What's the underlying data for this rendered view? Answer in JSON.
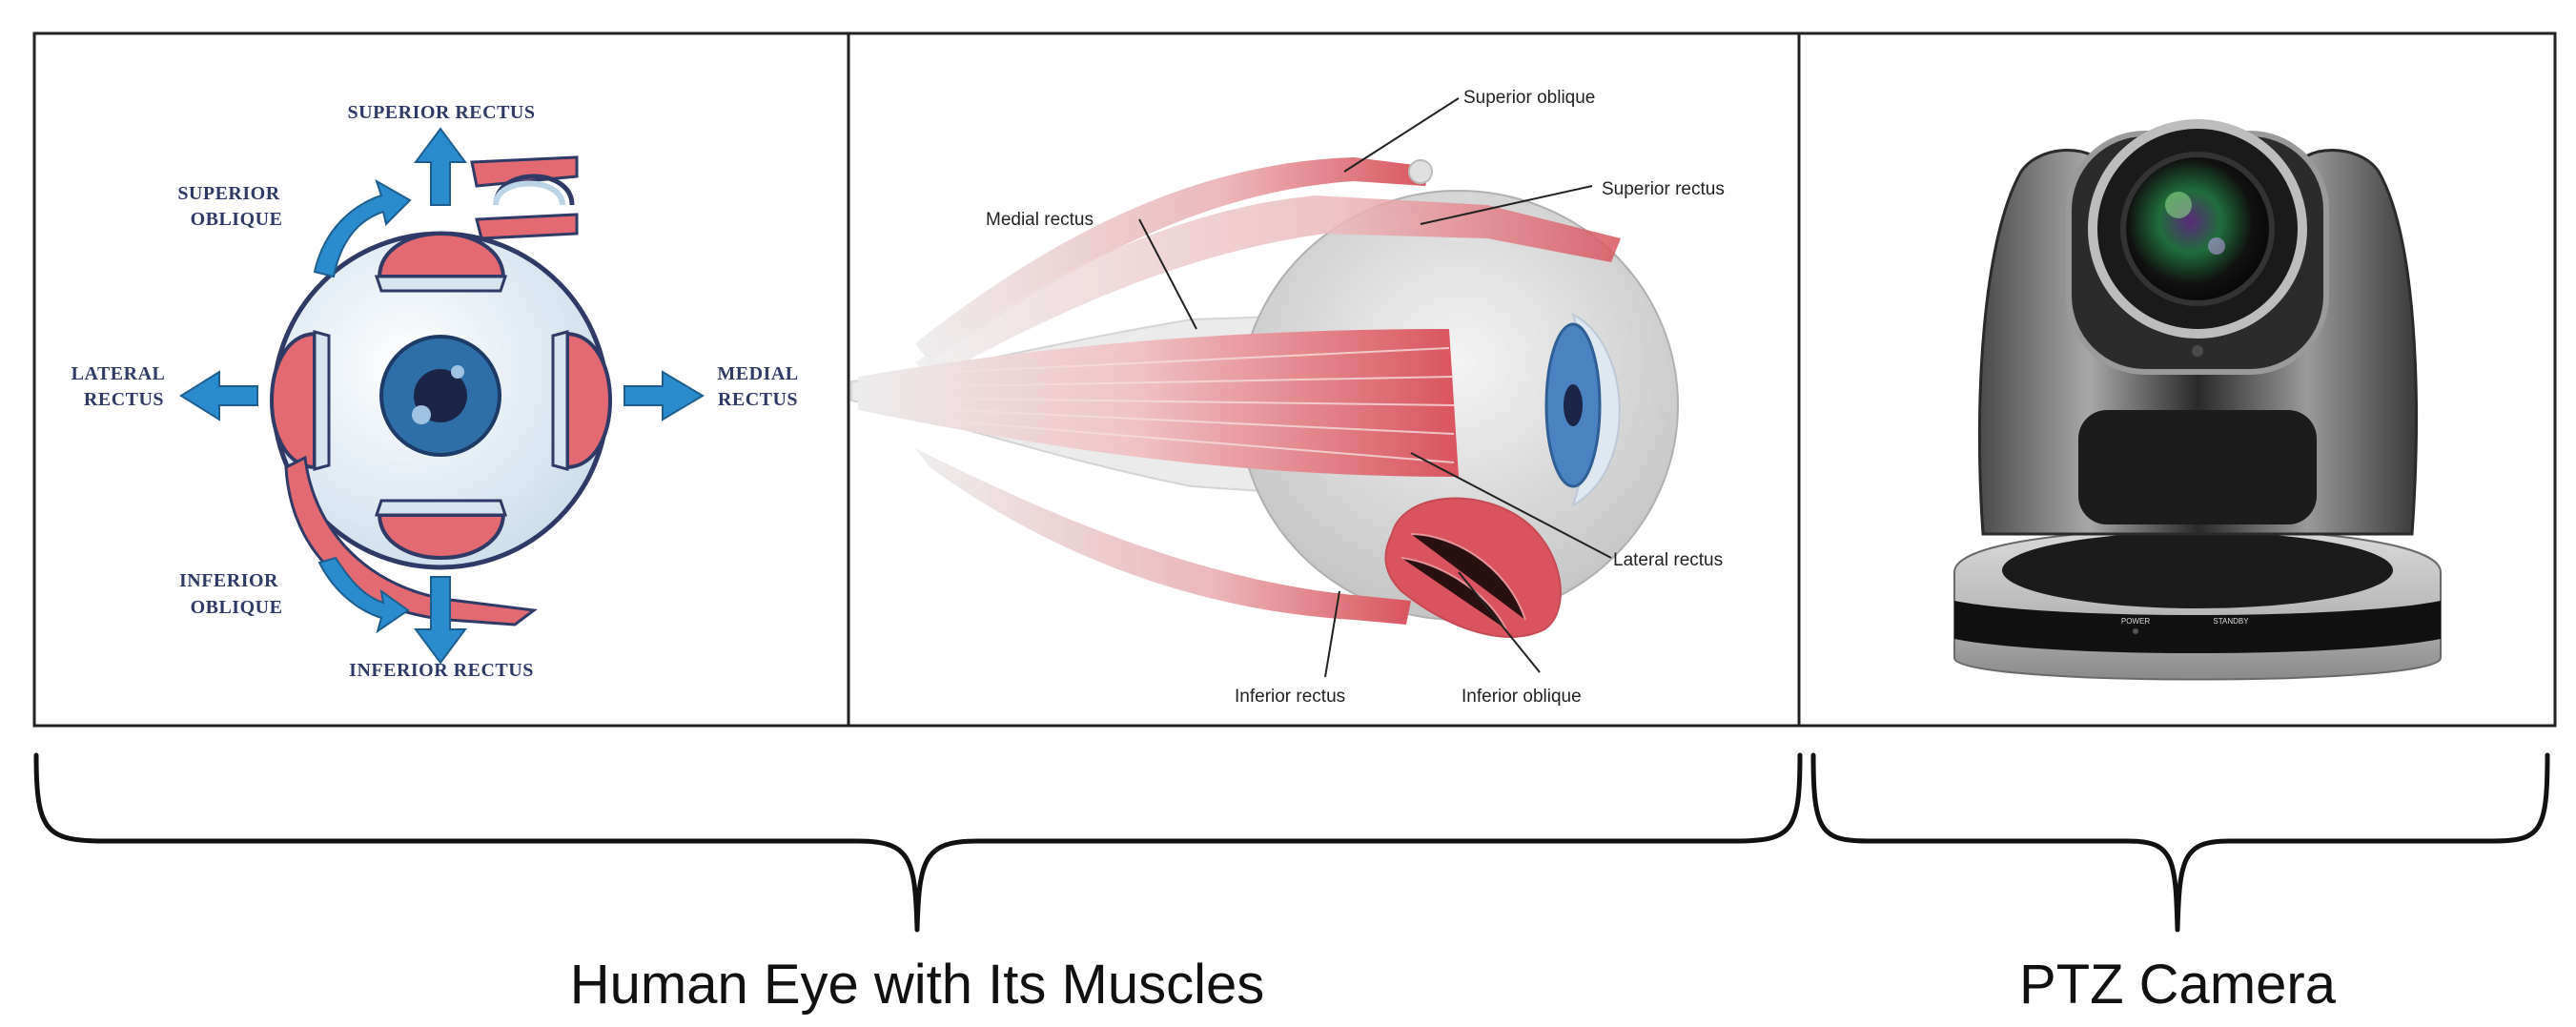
{
  "panels": {
    "muscle_diagram": {
      "labels": {
        "superior_rectus": "SUPERIOR RECTUS",
        "superior_oblique_1": "SUPERIOR",
        "superior_oblique_2": "OBLIQUE",
        "lateral_rectus_1": "LATERAL",
        "lateral_rectus_2": "RECTUS",
        "medial_rectus_1": "MEDIAL",
        "medial_rectus_2": "RECTUS",
        "inferior_oblique_1": "INFERIOR",
        "inferior_oblique_2": "OBLIQUE",
        "inferior_rectus": "INFERIOR RECTUS"
      }
    },
    "anatomy_side_view": {
      "labels": {
        "superior_oblique": "Superior oblique",
        "superior_rectus": "Superior rectus",
        "medial_rectus": "Medial rectus",
        "lateral_rectus": "Lateral rectus",
        "inferior_rectus": "Inferior rectus",
        "inferior_oblique": "Inferior oblique"
      }
    },
    "ptz_camera": {
      "power_label": "POWER",
      "standby_label": "STANDBY"
    }
  },
  "captions": {
    "human_eye": "Human Eye with Its Muscles",
    "ptz_camera": "PTZ Camera"
  },
  "colors": {
    "muscle_red": "#e0606a",
    "arrow_blue": "#2a8ccd",
    "iris_blue": "#2f6fa8",
    "outline_navy": "#2f3a66"
  }
}
